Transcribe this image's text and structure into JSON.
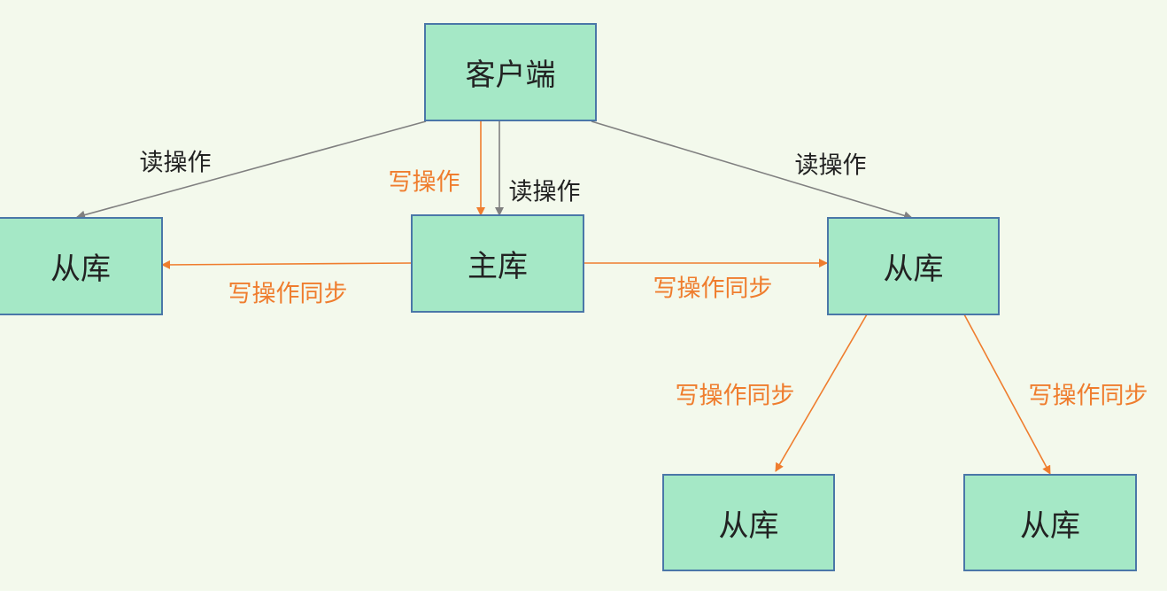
{
  "nodes": {
    "client": "客户端",
    "master": "主库",
    "slave_left": "从库",
    "slave_right": "从库",
    "slave_bottom_left": "从库",
    "slave_bottom_right": "从库"
  },
  "edges": {
    "read": "读操作",
    "write": "写操作",
    "sync": "写操作同步"
  },
  "colors": {
    "node_fill": "#a5e8c6",
    "node_border": "#4a77a8",
    "read_edge": "#808080",
    "write_edge": "#ef7d2e",
    "background": "#f3f9ec"
  }
}
